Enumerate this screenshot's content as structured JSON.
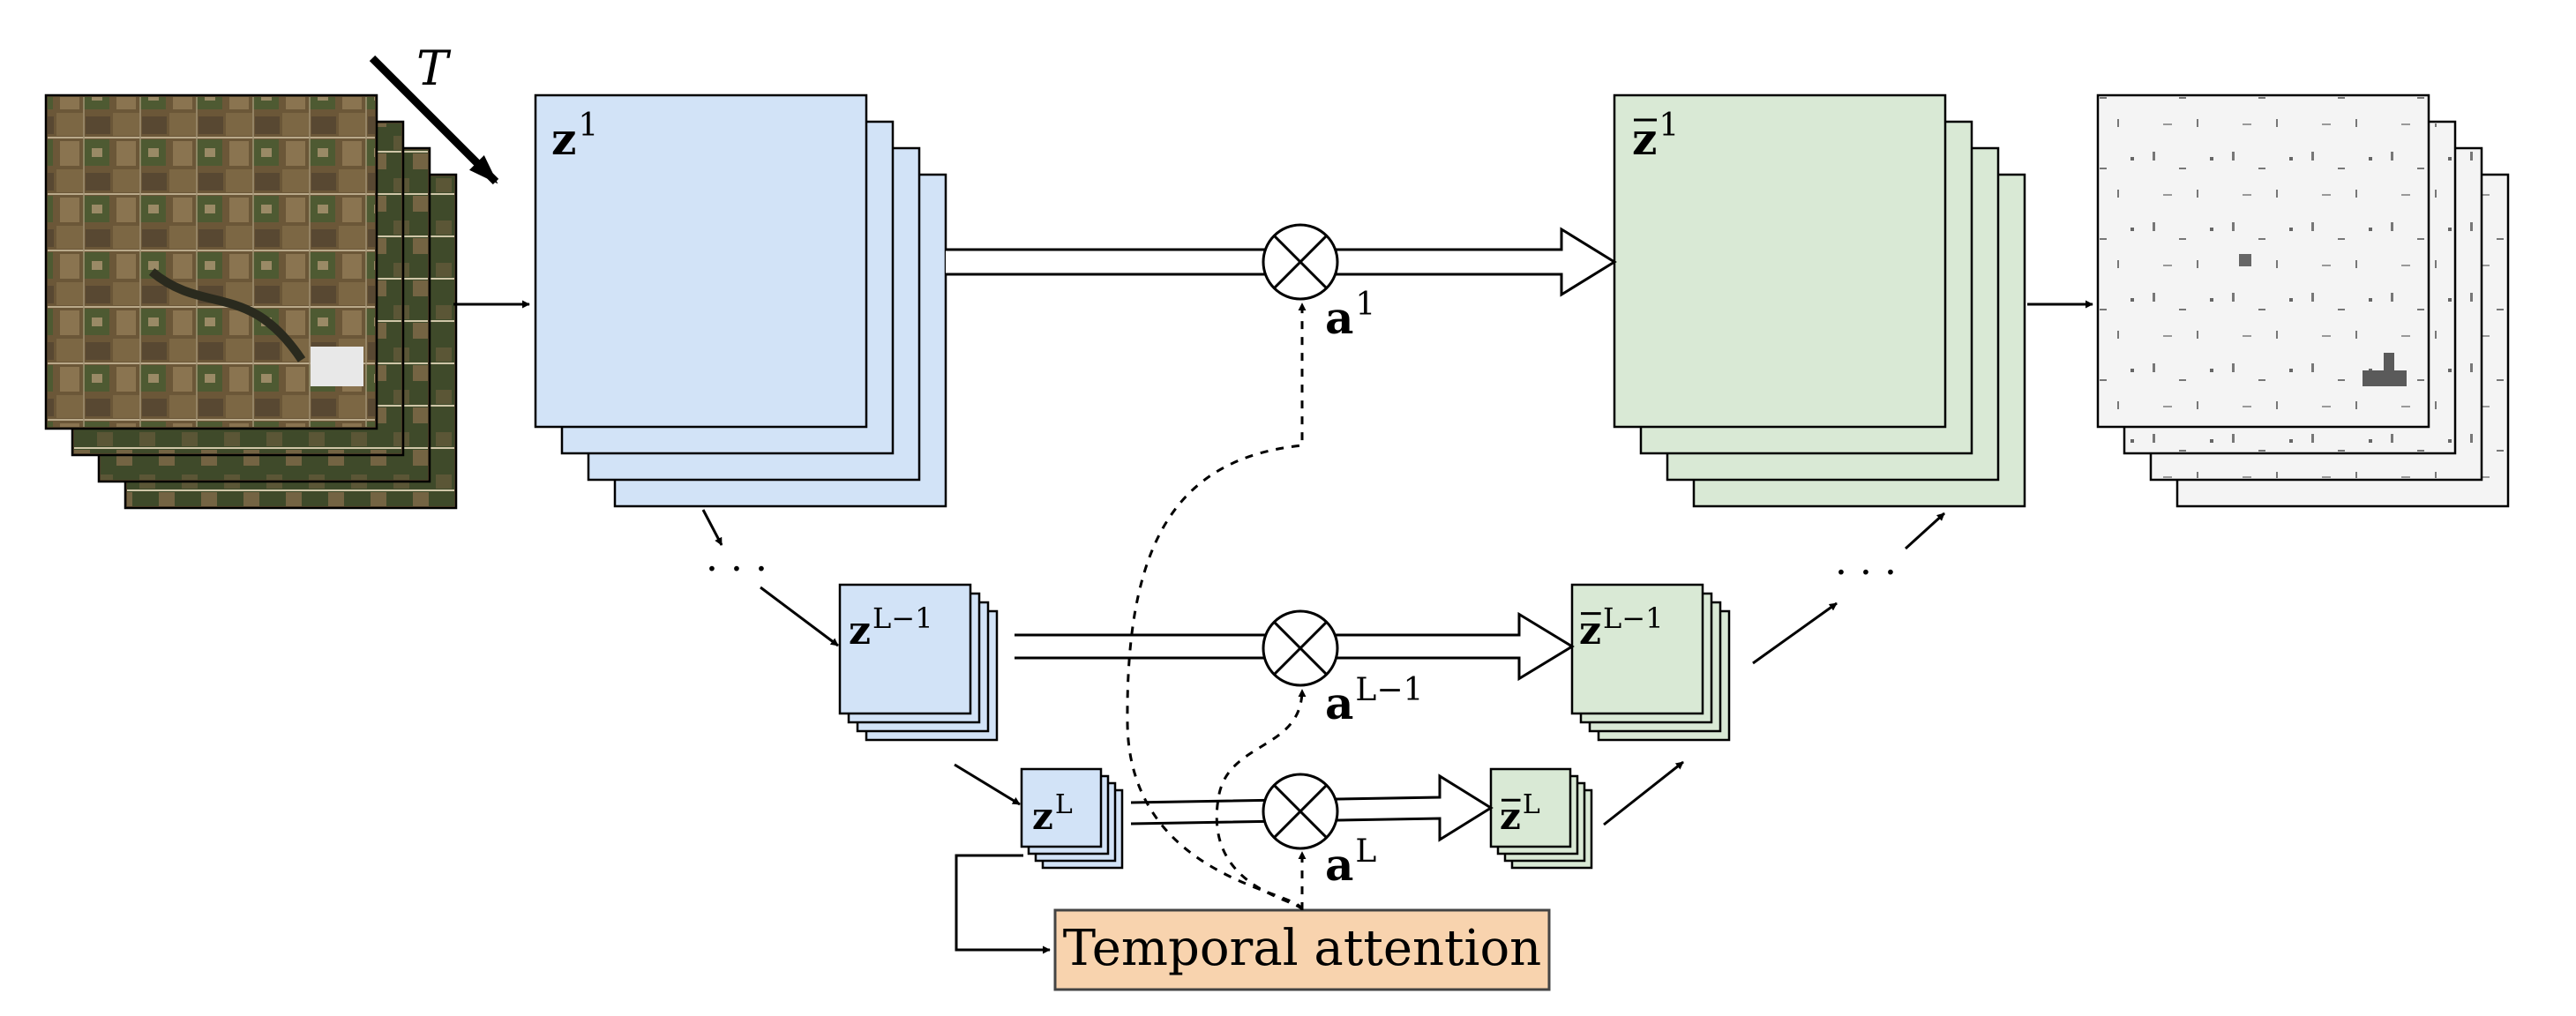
{
  "time_label": "T",
  "encoder": {
    "z1": {
      "base": "z",
      "sup": "1"
    },
    "zL1": {
      "base": "z",
      "sup": "L−1"
    },
    "zL": {
      "base": "z",
      "sup": "L"
    }
  },
  "decoder": {
    "zbar1": {
      "base": "z",
      "sup": "1"
    },
    "zbarL1": {
      "base": "z",
      "sup": "L−1"
    },
    "zbarL": {
      "base": "z",
      "sup": "L"
    }
  },
  "attention_weights": {
    "a1": {
      "base": "a",
      "sup": "1"
    },
    "aL1": {
      "base": "a",
      "sup": "L−1"
    },
    "aL": {
      "base": "a",
      "sup": "L"
    }
  },
  "ellipsis": "· · ·",
  "temporal_attention": {
    "label": "Temporal attention",
    "fill": "#f8d3ae"
  },
  "colors": {
    "encoder_fill": "#d2e3f7",
    "decoder_fill": "#d9e9d5",
    "stroke": "#000000"
  }
}
